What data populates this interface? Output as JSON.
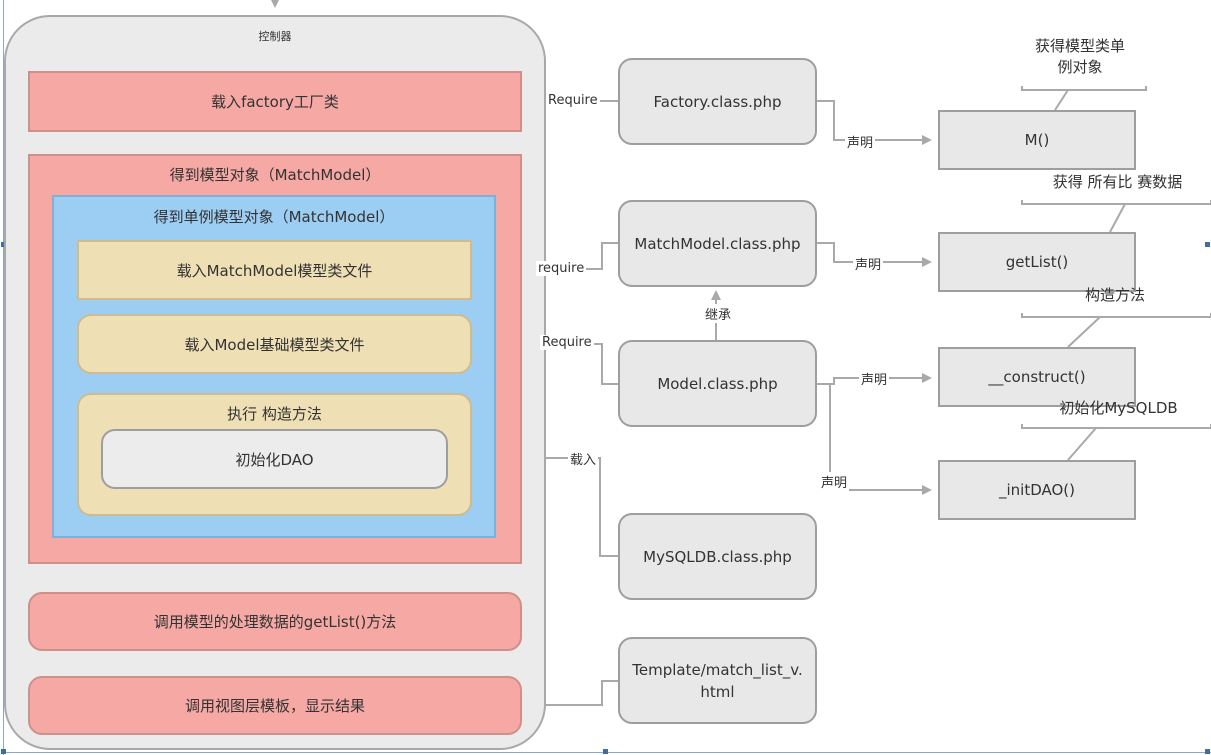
{
  "controller": {
    "title": "控制器",
    "load_factory": "载入factory工厂类",
    "get_model_object": "得到模型对象（MatchModel）",
    "get_singleton": "得到单例模型对象（MatchModel）",
    "load_matchmodel_file": "载入MatchModel模型类文件",
    "load_model_base_file": "载入Model基础模型类文件",
    "exec_constructor": "执行 构造方法",
    "init_dao": "初始化DAO",
    "call_getlist": "调用模型的处理数据的getList()方法",
    "call_view": "调用视图层模板，显示结果"
  },
  "classes": {
    "factory": "Factory.class.php",
    "matchmodel": "MatchModel.class.php",
    "model": "Model.class.php",
    "mysqldb": "MySQLDB.class.php",
    "template": "Template/match_list_v.\nhtml"
  },
  "methods": {
    "m": "M()",
    "getlist": "getList()",
    "construct": "__construct()",
    "initdao": "_initDAO()"
  },
  "notes": {
    "m": "获得模型类单\n例对象",
    "getlist": "获得 所有比 赛数据",
    "construct": "构造方法",
    "initdao": "初始化MySQLDB"
  },
  "edge_labels": {
    "require_factory": "Require",
    "require_matchmodel": "require",
    "require_model": "Require",
    "load_mysqldb": "载入",
    "inherit": "继承",
    "declare_m": "声明",
    "declare_getlist": "声明",
    "declare_construct": "声明",
    "declare_initdao": "声明"
  },
  "colors": {
    "pink": "#f5a8a4",
    "blue": "#9ccdf3",
    "tan": "#eedfb5",
    "gray": "#e8e8e8",
    "edge": "#a9a9a9"
  }
}
